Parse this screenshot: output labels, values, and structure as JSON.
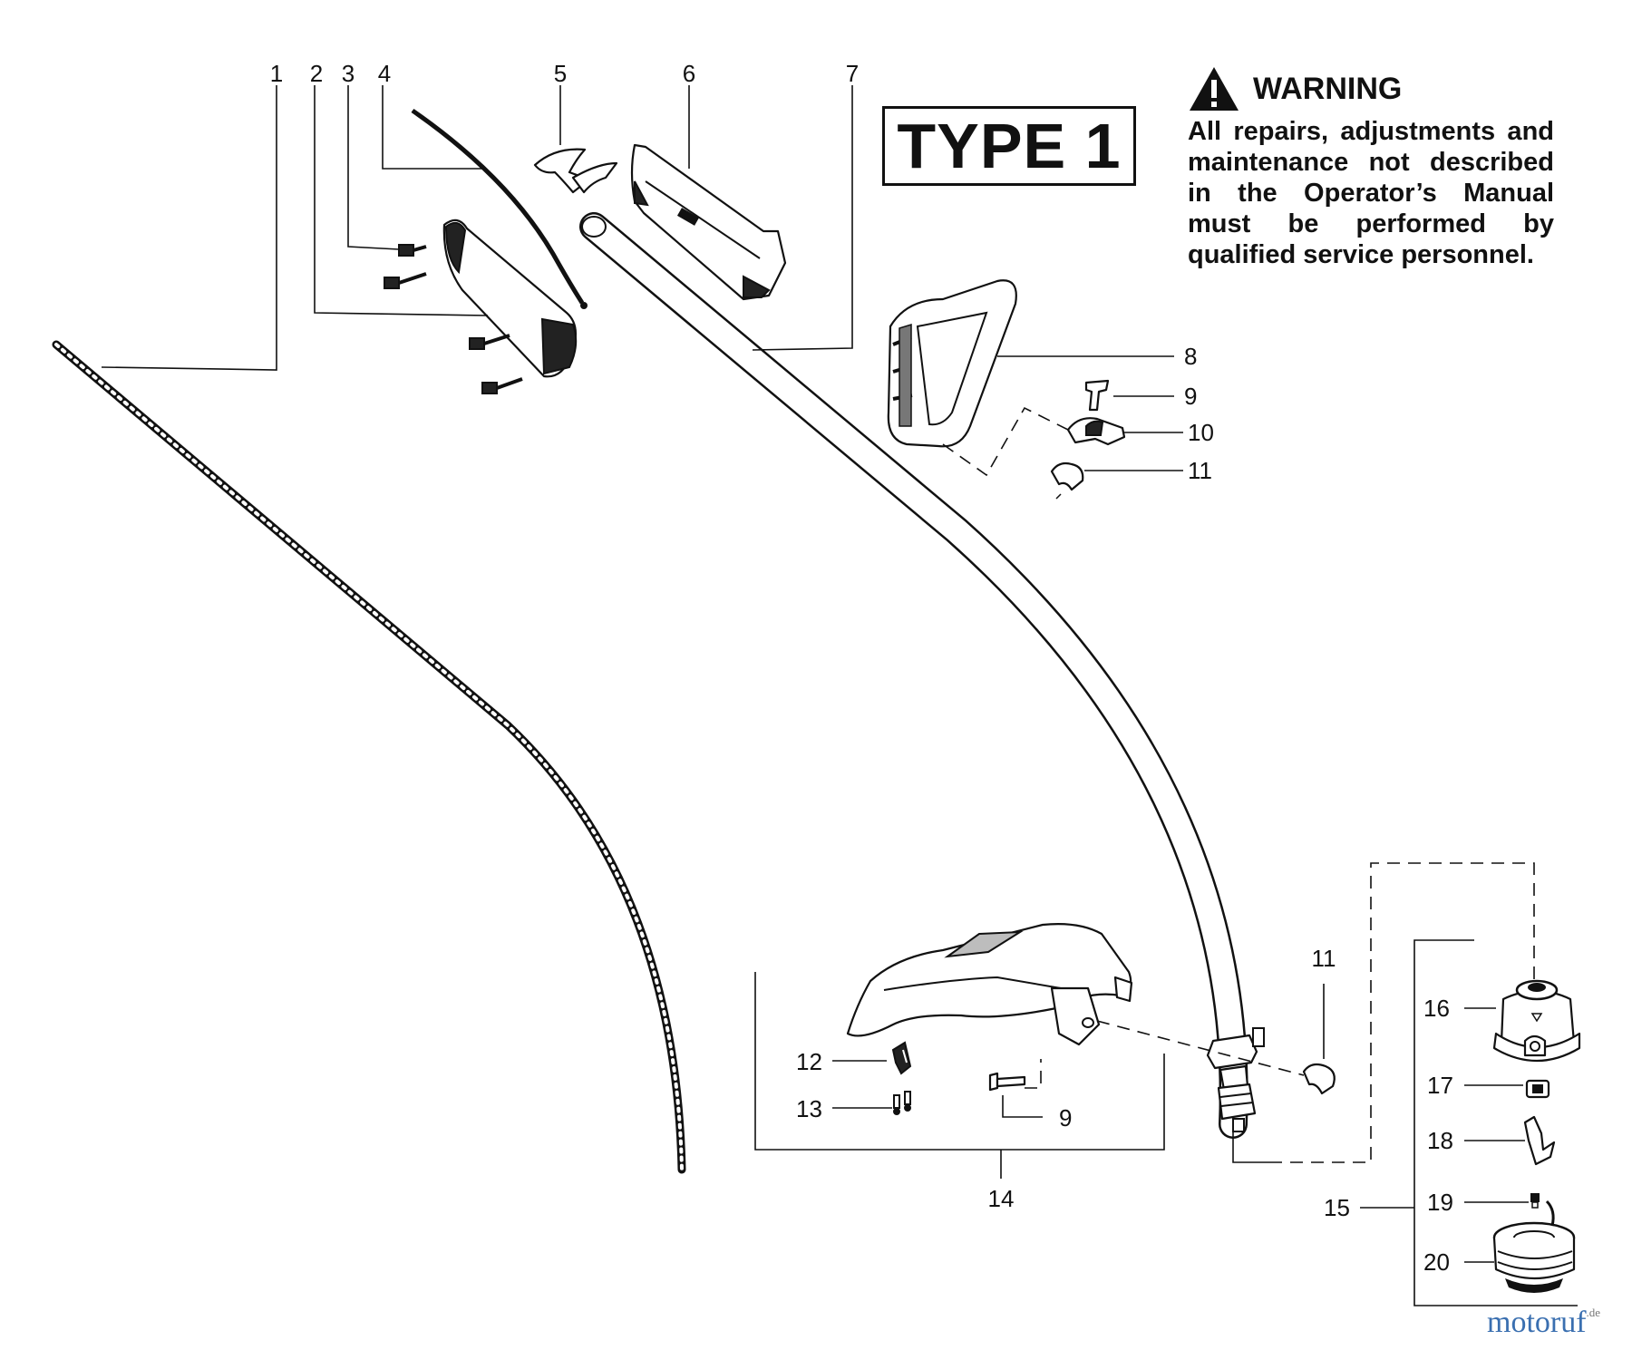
{
  "type_label": "TYPE 1",
  "warning": {
    "icon": "warning-triangle-icon",
    "title": "WARNING",
    "text": "All repairs, adjustments and maintenance not described in the Operator’s Manual must be performed by qualified service personnel."
  },
  "watermark": {
    "name": "motoruf",
    "tld": ".de"
  },
  "callouts": [
    "1",
    "2",
    "3",
    "4",
    "5",
    "6",
    "7",
    "8",
    "9",
    "10",
    "11",
    "11",
    "12",
    "13",
    "9",
    "14",
    "15",
    "16",
    "17",
    "18",
    "19",
    "20"
  ]
}
